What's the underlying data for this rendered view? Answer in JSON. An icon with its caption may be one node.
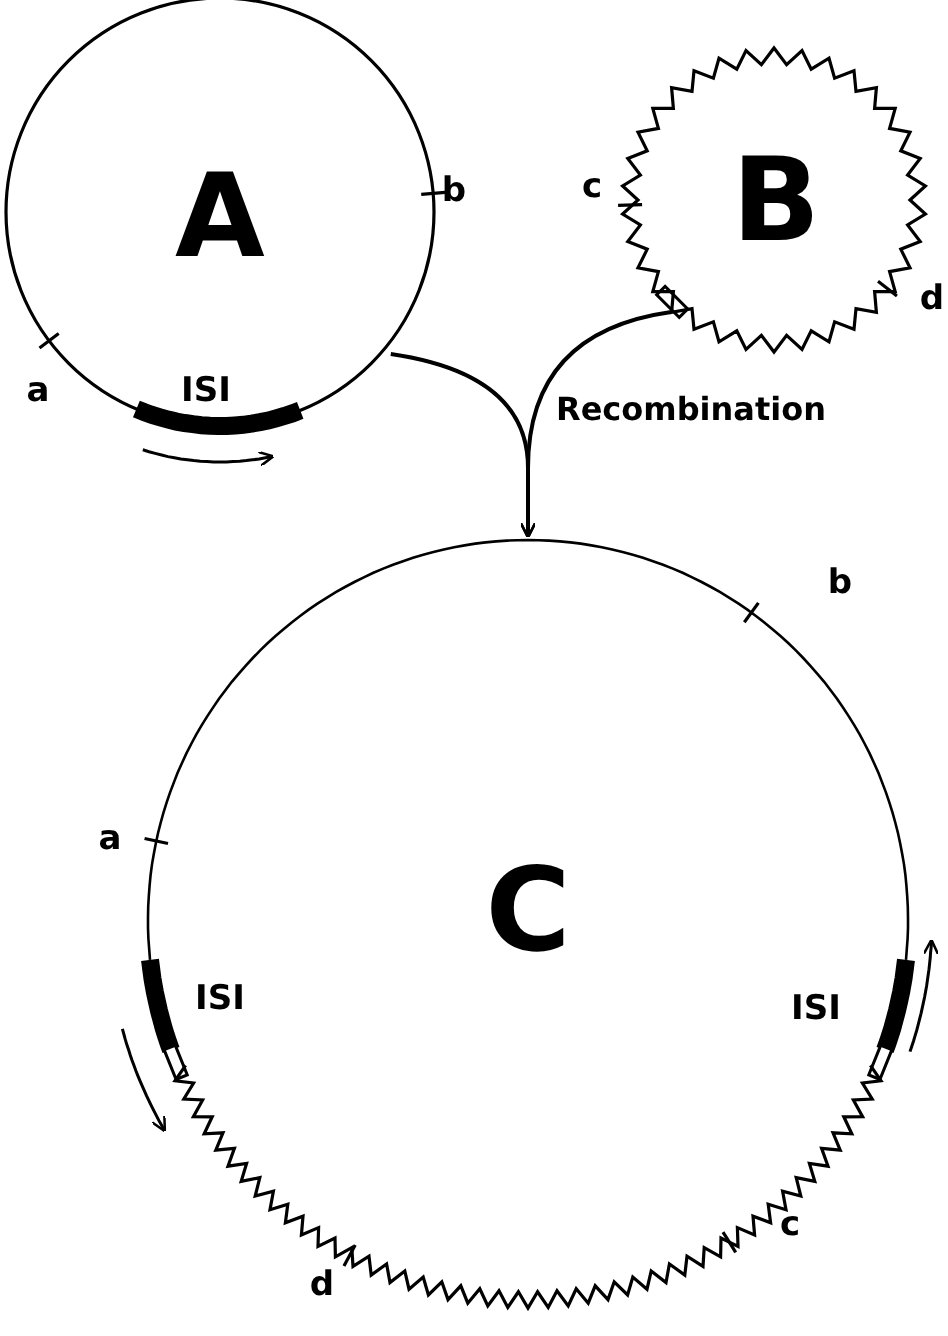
{
  "diagram": {
    "nodes": [
      {
        "text": [
          "A"
        ]
      },
      {
        "text": [
          "B"
        ]
      },
      {
        "text": [
          "C"
        ]
      }
    ],
    "edges": [
      {
        "from": 0,
        "to": 2,
        "arrow": "to"
      },
      {
        "from": 1,
        "to": 2,
        "arrow": "to",
        "label": "Recombination"
      }
    ],
    "labels": [
      "a",
      "b",
      "ISI",
      "c",
      "d",
      "a",
      "b",
      "ISI",
      "ISI",
      "c",
      "d"
    ]
  }
}
